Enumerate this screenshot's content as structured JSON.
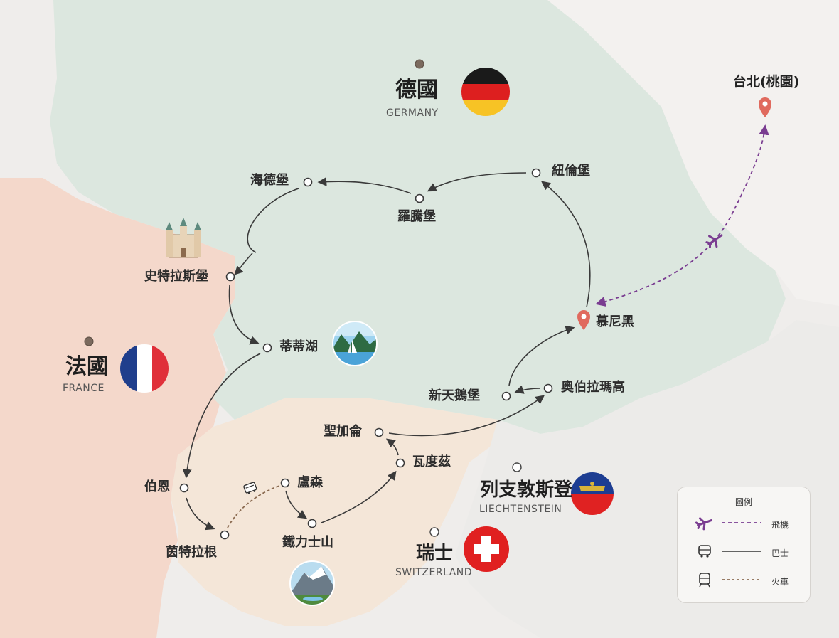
{
  "countries": {
    "germany": {
      "name_zh": "德國",
      "name_en": "GERMANY"
    },
    "france": {
      "name_zh": "法國",
      "name_en": "FRANCE"
    },
    "liechtenstein": {
      "name_zh": "列支敦斯登",
      "name_en": "LIECHTENSTEIN"
    },
    "switzerland": {
      "name_zh": "瑞士",
      "name_en": "SWITZERLAND"
    }
  },
  "origin": {
    "name": "台北(桃園)"
  },
  "stops": {
    "munich": "慕尼黑",
    "nuremberg": "紐倫堡",
    "rothenburg": "羅騰堡",
    "heidelberg": "海德堡",
    "strasbourg": "史特拉斯堡",
    "titisee": "蒂蒂湖",
    "bern": "伯恩",
    "interlaken": "茵特拉根",
    "lucerne": "盧森",
    "titlis": "鐵力士山",
    "vaduz": "瓦度茲",
    "st_gallen": "聖加侖",
    "oberammergau": "奧伯拉瑪高",
    "neuschwanstein": "新天鵝堡"
  },
  "legend": {
    "title": "圖例",
    "items": [
      {
        "label": "飛機",
        "icon": "plane-icon",
        "line": "dashed",
        "color": "#7a3d91"
      },
      {
        "label": "巴士",
        "icon": "bus-icon",
        "line": "solid",
        "color": "#333333"
      },
      {
        "label": "火車",
        "icon": "train-icon",
        "line": "dashed",
        "color": "#8a6a50"
      }
    ]
  },
  "colors": {
    "germany_region": "#dde7df",
    "france_region": "#f4d9cd",
    "switzerland_region": "#f4e7da",
    "route_flight": "#7a3d91",
    "route_bus": "#3a3a3a",
    "route_train": "#8a6a50",
    "pin": "#d9534f"
  }
}
